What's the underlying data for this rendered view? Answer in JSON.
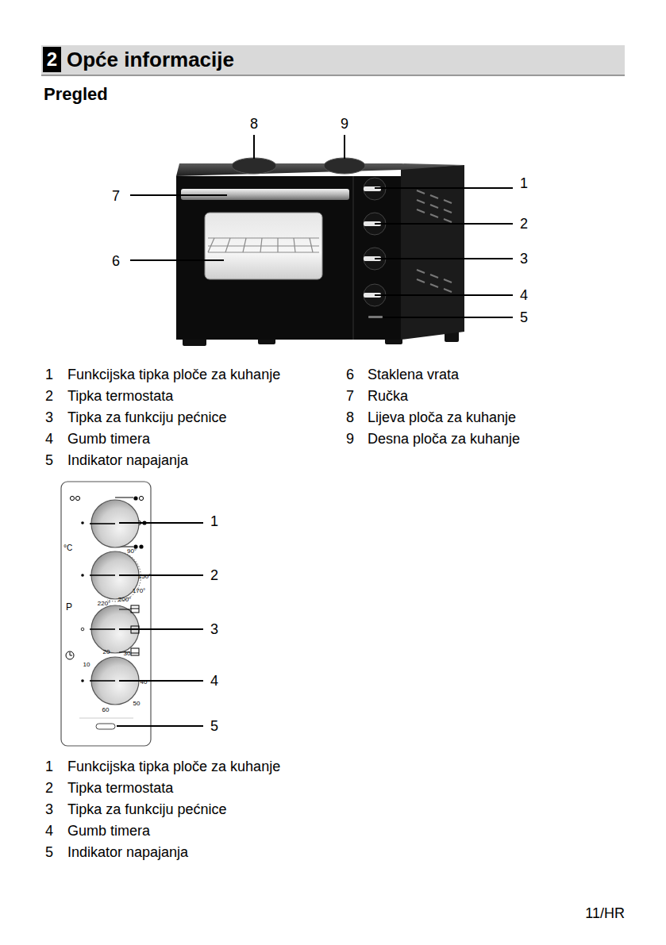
{
  "diagram": {
    "title": "Opće informacije",
    "nodes": [
      {
        "text": [
          "2"
        ]
      }
    ],
    "labels": [
      "Pregled",
      "8",
      "9",
      "7",
      "6",
      "1",
      "2",
      "3",
      "4",
      "5",
      "1",
      "Funkcijska tipka ploče za kuhanje",
      "2",
      "Tipka termostata",
      "3",
      "Tipka za funkciju pećnice",
      "4",
      "Gumb timera",
      "5",
      "Indikator napajanja",
      "6",
      "Staklena vrata",
      "7",
      "Ručka",
      "8",
      "Lijeva ploča za kuhanje",
      "9",
      "Desna ploča za kuhanje",
      "°C",
      "90°",
      "150°",
      "170°",
      "200°",
      "220°",
      "P",
      "10",
      "20",
      "30",
      "40",
      "50",
      "60",
      "1",
      "2",
      "3",
      "4",
      "5",
      "1",
      "Funkcijska tipka ploče za kuhanje",
      "2",
      "Tipka termostata",
      "3",
      "Tipka za funkciju pećnice",
      "4",
      "Gumb timera",
      "5",
      "Indikator napajanja",
      "11/HR"
    ]
  }
}
